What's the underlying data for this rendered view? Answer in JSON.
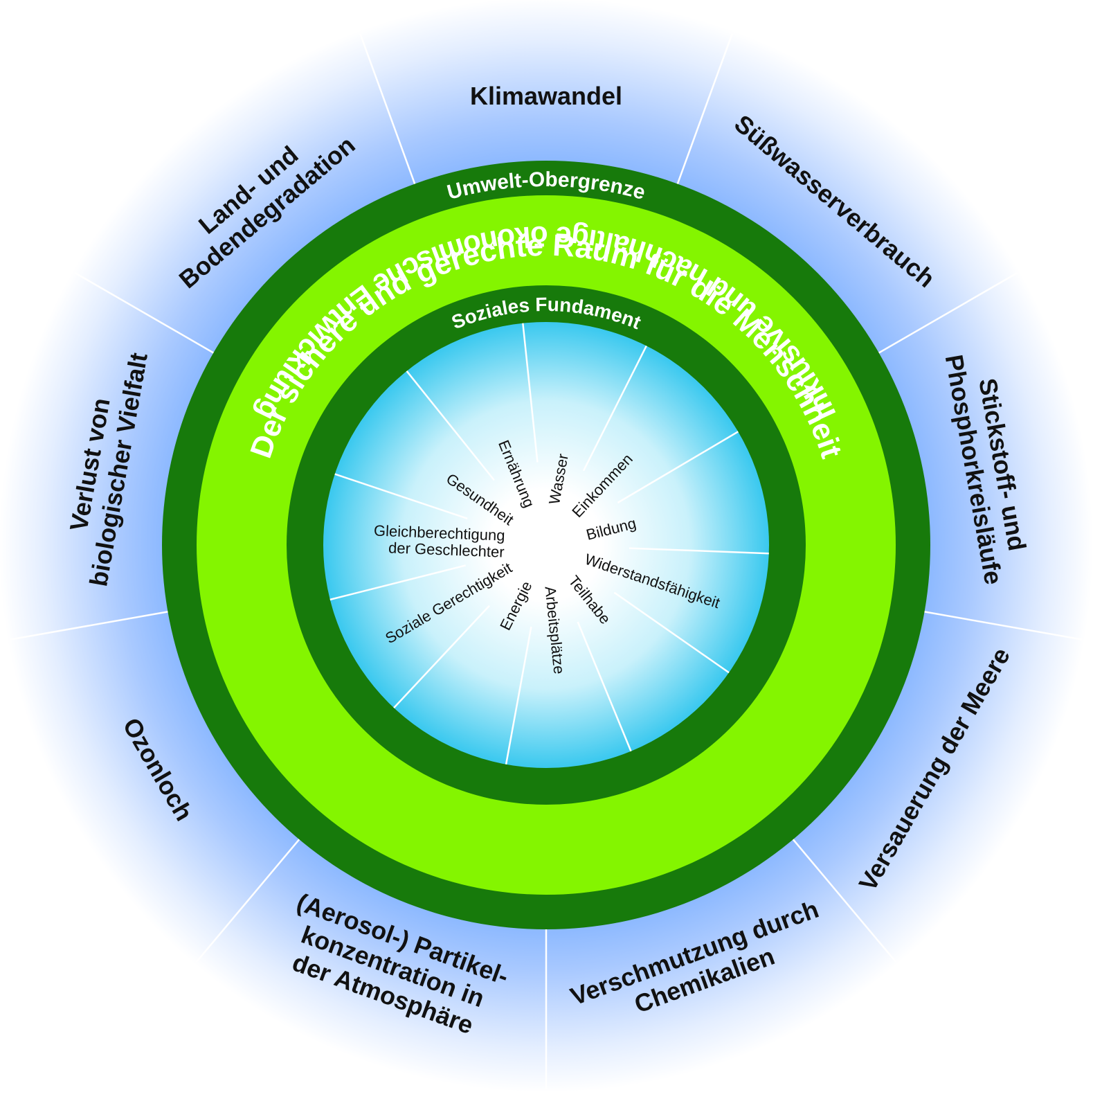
{
  "colors": {
    "outer_glow": "#7fb3ff",
    "dark_green": "#177a0b",
    "bright_green": "#84f500",
    "inner_edge": "#3cc9ef",
    "divider": "#ffffff",
    "label_text": "#111111"
  },
  "rings": {
    "upper_boundary": "Umwelt-Obergrenze",
    "safe_space": "Der sichere und gerechte Raum für die Menschheit",
    "economic_development": "Inklusive und nachhaltige ökonomische Entwicklung",
    "social_foundation": "Soziales Fundament"
  },
  "planetary_boundaries": [
    {
      "id": "klimawandel",
      "lines": [
        "Klimawandel"
      ]
    },
    {
      "id": "suesswasser",
      "lines": [
        "Süßwasserverbrauch"
      ]
    },
    {
      "id": "stickstoff",
      "lines": [
        "Stickstoff- und",
        "Phosphorkreisläufe"
      ]
    },
    {
      "id": "versauerung",
      "lines": [
        "Versauerung der Meere"
      ]
    },
    {
      "id": "chemikalien",
      "lines": [
        "Verschmutzung durch",
        "Chemikalien"
      ]
    },
    {
      "id": "aerosol",
      "lines": [
        "(Aerosol-) Partikel-",
        "konzentration in",
        "der Atmosphäre"
      ]
    },
    {
      "id": "ozonloch",
      "lines": [
        "Ozonloch"
      ]
    },
    {
      "id": "biodiversitaet",
      "lines": [
        "Verlust von",
        "biologischer Vielfalt"
      ]
    },
    {
      "id": "landdegradation",
      "lines": [
        "Land- und",
        "Bodendegradation"
      ]
    }
  ],
  "social_foundation": [
    {
      "id": "wasser",
      "lines": [
        "Wasser"
      ]
    },
    {
      "id": "einkommen",
      "lines": [
        "Einkommen"
      ]
    },
    {
      "id": "bildung",
      "lines": [
        "Bildung"
      ]
    },
    {
      "id": "widerstand",
      "lines": [
        "Widerstandsfähigkeit"
      ]
    },
    {
      "id": "teilhabe",
      "lines": [
        "Teilhabe"
      ]
    },
    {
      "id": "arbeitsplaetze",
      "lines": [
        "Arbeitsplätze"
      ]
    },
    {
      "id": "energie",
      "lines": [
        "Energie"
      ]
    },
    {
      "id": "soziale-gerechtigkeit",
      "lines": [
        "Soziale Gerechtigkeit"
      ]
    },
    {
      "id": "gleichberechtigung",
      "lines": [
        "Gleichberechtigung",
        "der Geschlechter"
      ]
    },
    {
      "id": "gesundheit",
      "lines": [
        "Gesundheit"
      ]
    },
    {
      "id": "ernaehrung",
      "lines": [
        "Ernährung"
      ]
    }
  ]
}
